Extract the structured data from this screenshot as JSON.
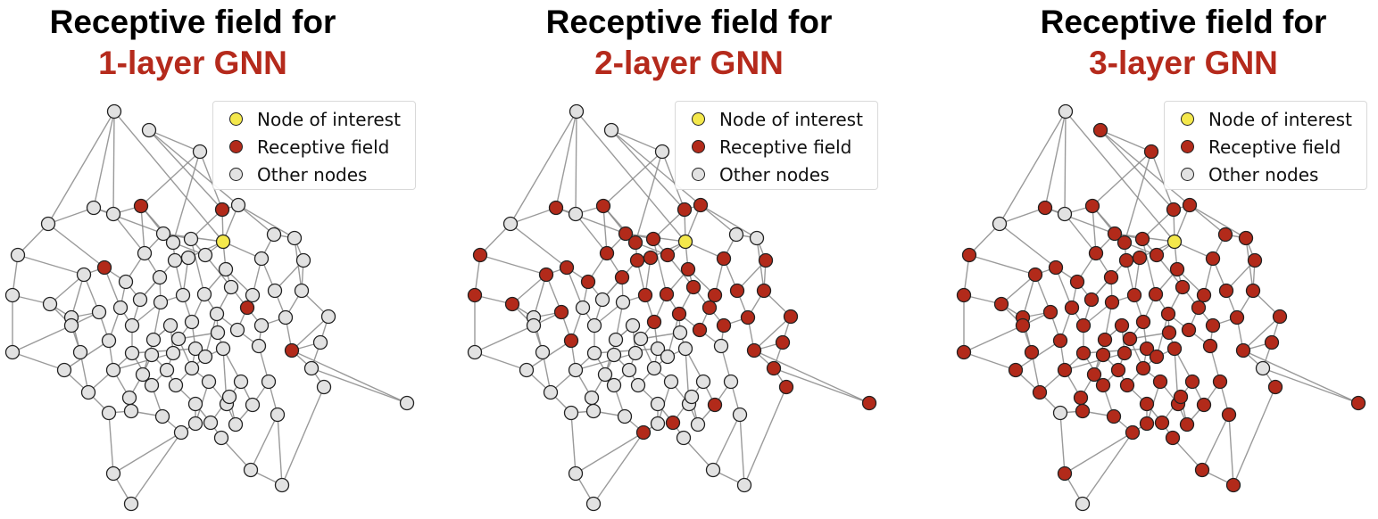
{
  "colors": {
    "node_of_interest": "#f4e84c",
    "receptive_field": "#b22a1a",
    "other_nodes": "#e2e2e2",
    "edge": "#888888",
    "title_black": "#000000",
    "title_red": "#b52a1c"
  },
  "legend": {
    "node_of_interest": "Node of interest",
    "receptive_field": "Receptive field",
    "other_nodes": "Other nodes"
  },
  "panels": [
    {
      "title_line1": "Receptive field for",
      "title_line2": "1-layer GNN",
      "layers": 1
    },
    {
      "title_line1": "Receptive field for",
      "title_line2": "2-layer GNN",
      "layers": 2
    },
    {
      "title_line1": "Receptive field for",
      "title_line2": "3-layer GNN",
      "layers": 3
    }
  ]
}
